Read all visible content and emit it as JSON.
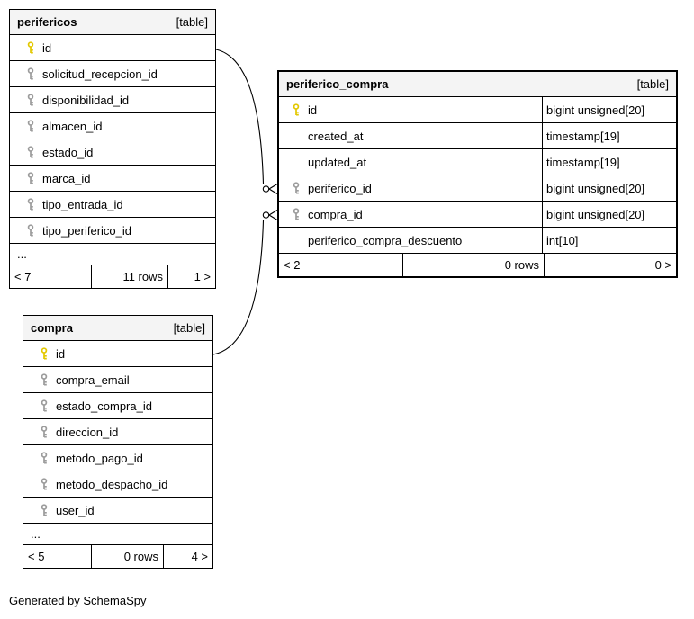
{
  "generator_note": "Generated by SchemaSpy",
  "colors": {
    "primary_key": "#e3c800",
    "foreign_key": "#9c9c9c",
    "header_bg": "#f4f4f4",
    "border": "#000000"
  },
  "tables": {
    "perifericos": {
      "name": "perifericos",
      "type_badge": "[table]",
      "columns": [
        {
          "name": "id",
          "key": "primary"
        },
        {
          "name": "solicitud_recepcion_id",
          "key": "foreign"
        },
        {
          "name": "disponibilidad_id",
          "key": "foreign"
        },
        {
          "name": "almacen_id",
          "key": "foreign"
        },
        {
          "name": "estado_id",
          "key": "foreign"
        },
        {
          "name": "marca_id",
          "key": "foreign"
        },
        {
          "name": "tipo_entrada_id",
          "key": "foreign"
        },
        {
          "name": "tipo_periferico_id",
          "key": "foreign"
        }
      ],
      "ellipsis": "...",
      "footer": {
        "children": "< 7",
        "rows": "11 rows",
        "parents": "1 >"
      }
    },
    "periferico_compra": {
      "name": "periferico_compra",
      "type_badge": "[table]",
      "columns": [
        {
          "name": "id",
          "key": "primary",
          "type": "bigint unsigned[20]"
        },
        {
          "name": "created_at",
          "key": "none",
          "type": "timestamp[19]"
        },
        {
          "name": "updated_at",
          "key": "none",
          "type": "timestamp[19]"
        },
        {
          "name": "periferico_id",
          "key": "foreign",
          "type": "bigint unsigned[20]"
        },
        {
          "name": "compra_id",
          "key": "foreign",
          "type": "bigint unsigned[20]"
        },
        {
          "name": "periferico_compra_descuento",
          "key": "none",
          "type": "int[10]"
        }
      ],
      "footer": {
        "children": "< 2",
        "rows": "0 rows",
        "parents": "0 >"
      }
    },
    "compra": {
      "name": "compra",
      "type_badge": "[table]",
      "columns": [
        {
          "name": "id",
          "key": "primary"
        },
        {
          "name": "compra_email",
          "key": "foreign"
        },
        {
          "name": "estado_compra_id",
          "key": "foreign"
        },
        {
          "name": "direccion_id",
          "key": "foreign"
        },
        {
          "name": "metodo_pago_id",
          "key": "foreign"
        },
        {
          "name": "metodo_despacho_id",
          "key": "foreign"
        },
        {
          "name": "user_id",
          "key": "foreign"
        }
      ],
      "ellipsis": "...",
      "footer": {
        "children": "< 5",
        "rows": "0 rows",
        "parents": "4 >"
      }
    }
  }
}
